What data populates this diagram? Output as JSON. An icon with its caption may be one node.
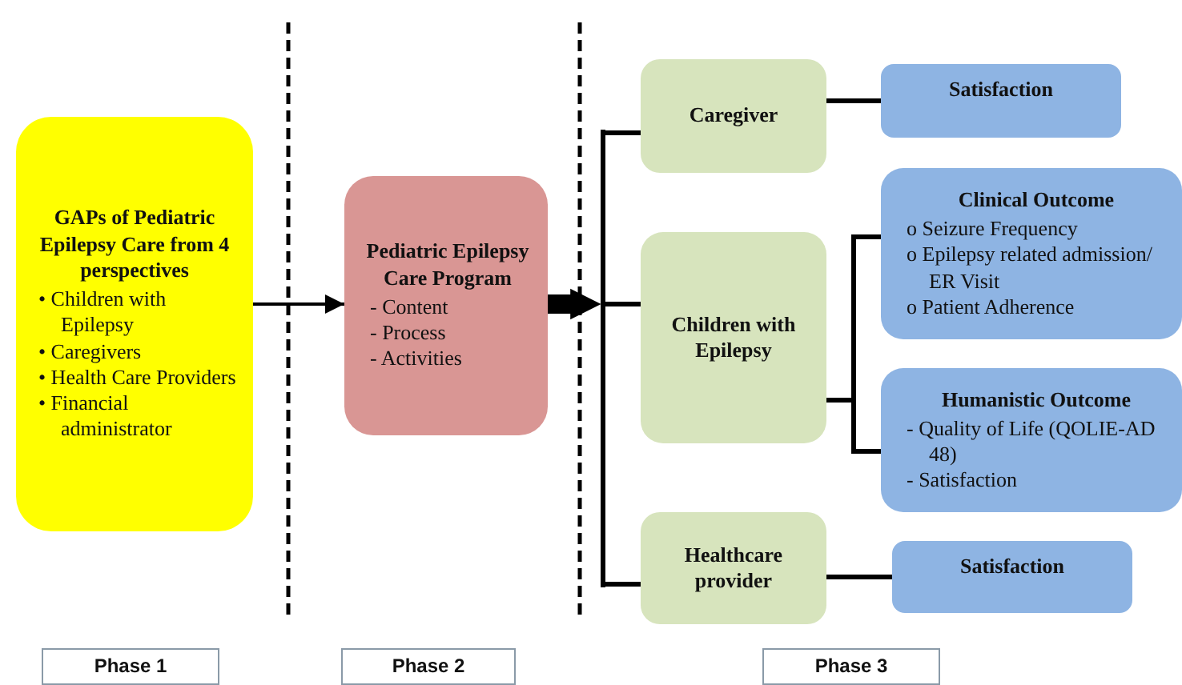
{
  "diagram": {
    "nodes": [
      {
        "text": [
          "GAPs of Pediatric Epilepsy Care from 4 perspectives",
          "• Children with Epilepsy",
          "• Caregivers",
          "• Health Care Providers",
          "• Financial administrator"
        ]
      },
      {
        "text": [
          "Pediatric Epilepsy Care Program",
          "- Content",
          "- Process",
          "- Activities"
        ]
      },
      {
        "text": [
          "Caregiver"
        ]
      },
      {
        "text": [
          "Children with Epilepsy"
        ]
      },
      {
        "text": [
          "Healthcare provider"
        ]
      },
      {
        "text": [
          "Satisfaction"
        ]
      },
      {
        "text": [
          "Clinical Outcome",
          "o Seizure Frequency",
          "o Epilepsy related admission/ ER Visit",
          "o Patient Adherence"
        ]
      },
      {
        "text": [
          "Humanistic Outcome",
          "- Quality of Life (QOLIE-AD 48)",
          "- Satisfaction"
        ]
      },
      {
        "text": [
          "Satisfaction"
        ]
      },
      {
        "text": [
          "Phase 1"
        ]
      },
      {
        "text": [
          "Phase 2"
        ]
      },
      {
        "text": [
          "Phase 3"
        ]
      },
      {
        "text": [],
        "shape": "bar"
      }
    ],
    "edges": [
      {
        "from": 0,
        "to": 1,
        "arrow": "to"
      },
      {
        "from": 1,
        "to": 12,
        "arrow": "to",
        "style": "thick"
      },
      {
        "from": 12,
        "to": 2,
        "arrow": "none"
      },
      {
        "from": 12,
        "to": 3,
        "arrow": "none"
      },
      {
        "from": 12,
        "to": 4,
        "arrow": "none"
      },
      {
        "from": 2,
        "to": 5,
        "arrow": "none"
      },
      {
        "from": 3,
        "to": 6,
        "arrow": "none"
      },
      {
        "from": 3,
        "to": 7,
        "arrow": "none"
      },
      {
        "from": 4,
        "to": 8,
        "arrow": "none"
      }
    ]
  }
}
